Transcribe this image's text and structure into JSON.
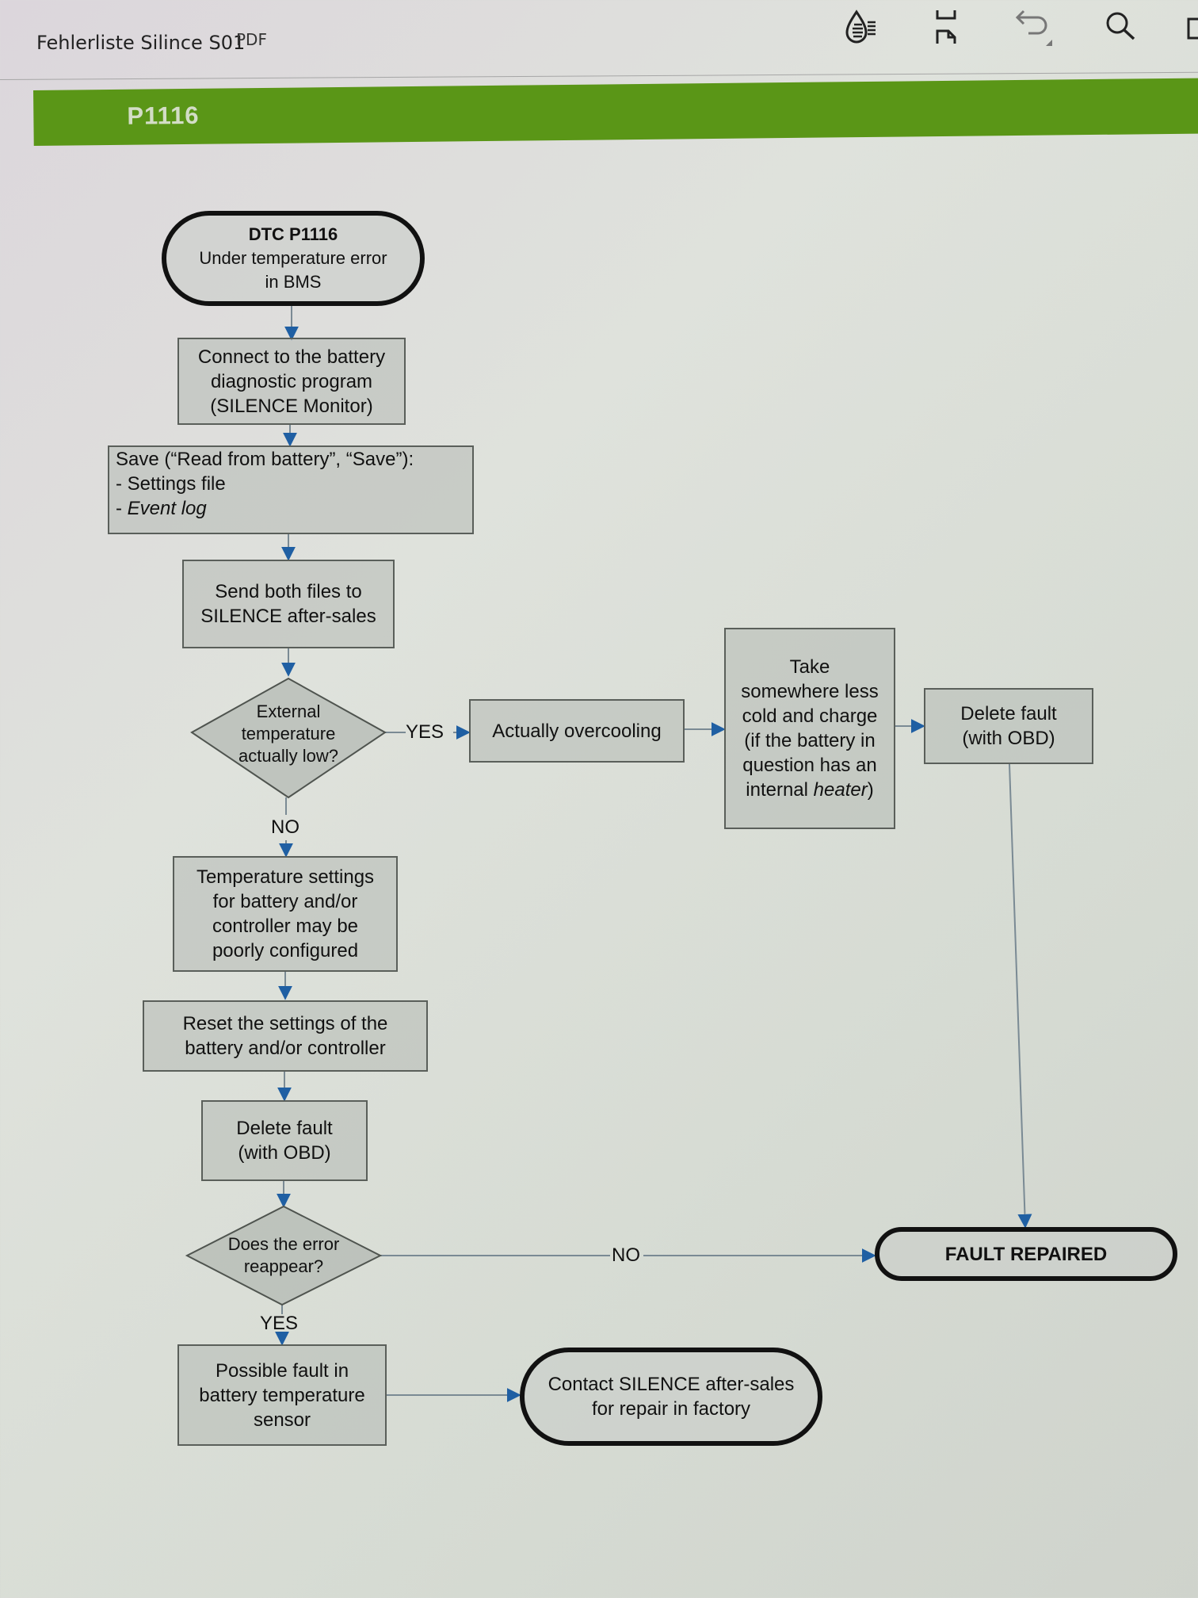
{
  "header": {
    "title": "Fehlerliste Silince S01",
    "file_type": "PDF",
    "toolbar": [
      {
        "icon": "read-mode-icon"
      },
      {
        "icon": "page-layout-icon"
      },
      {
        "icon": "undo-icon"
      },
      {
        "icon": "search-icon"
      }
    ]
  },
  "banner": {
    "code": "P1116"
  },
  "flowchart": {
    "start": {
      "title": "DTC P1116",
      "line1": "Under temperature error",
      "line2": "in BMS"
    },
    "step_connect": {
      "line1": "Connect to the battery",
      "line2": "diagnostic program",
      "line3": "(SILENCE Monitor)"
    },
    "step_save": {
      "line1": "Save (“Read from battery”, “Save”):",
      "line2": "- Settings file",
      "line3_prefix": "- ",
      "line3_italic": "Event log"
    },
    "step_send": {
      "line1": "Send both files to",
      "line2": "SILENCE after-sales"
    },
    "decision_external": {
      "line1": "External",
      "line2": "temperature",
      "line3": "actually low?"
    },
    "label_yes_1": "YES",
    "label_no_1": "NO",
    "step_overcooling": {
      "text": "Actually overcooling"
    },
    "step_warm": {
      "line1": "Take",
      "line2": "somewhere less",
      "line3": "cold and charge",
      "line4": "(if the battery in",
      "line5": "question has an",
      "line6_prefix": "internal ",
      "line6_italic": "heater",
      "line6_suffix": ")"
    },
    "step_delete_right": {
      "line1": "Delete fault",
      "line2": "(with OBD)"
    },
    "step_temp_settings": {
      "line1": "Temperature settings",
      "line2": "for battery and/or",
      "line3": "controller may be",
      "line4": "poorly configured"
    },
    "step_reset": {
      "line1": "Reset the settings of the",
      "line2": "battery and/or controller"
    },
    "step_delete_left": {
      "line1": "Delete fault",
      "line2": "(with OBD)"
    },
    "decision_reappear": {
      "line1": "Does the error",
      "line2": "reappear?"
    },
    "label_no_2": "NO",
    "label_yes_2": "YES",
    "end_repaired": {
      "text": "FAULT REPAIRED"
    },
    "step_sensor": {
      "line1": "Possible fault in",
      "line2": "battery temperature",
      "line3": "sensor"
    },
    "end_contact": {
      "line1": "Contact SILENCE after-sales",
      "line2": "for repair in factory"
    }
  },
  "colors": {
    "banner": "#5a9617",
    "arrow": "#1f5fa3",
    "line": "#7a8a94"
  }
}
